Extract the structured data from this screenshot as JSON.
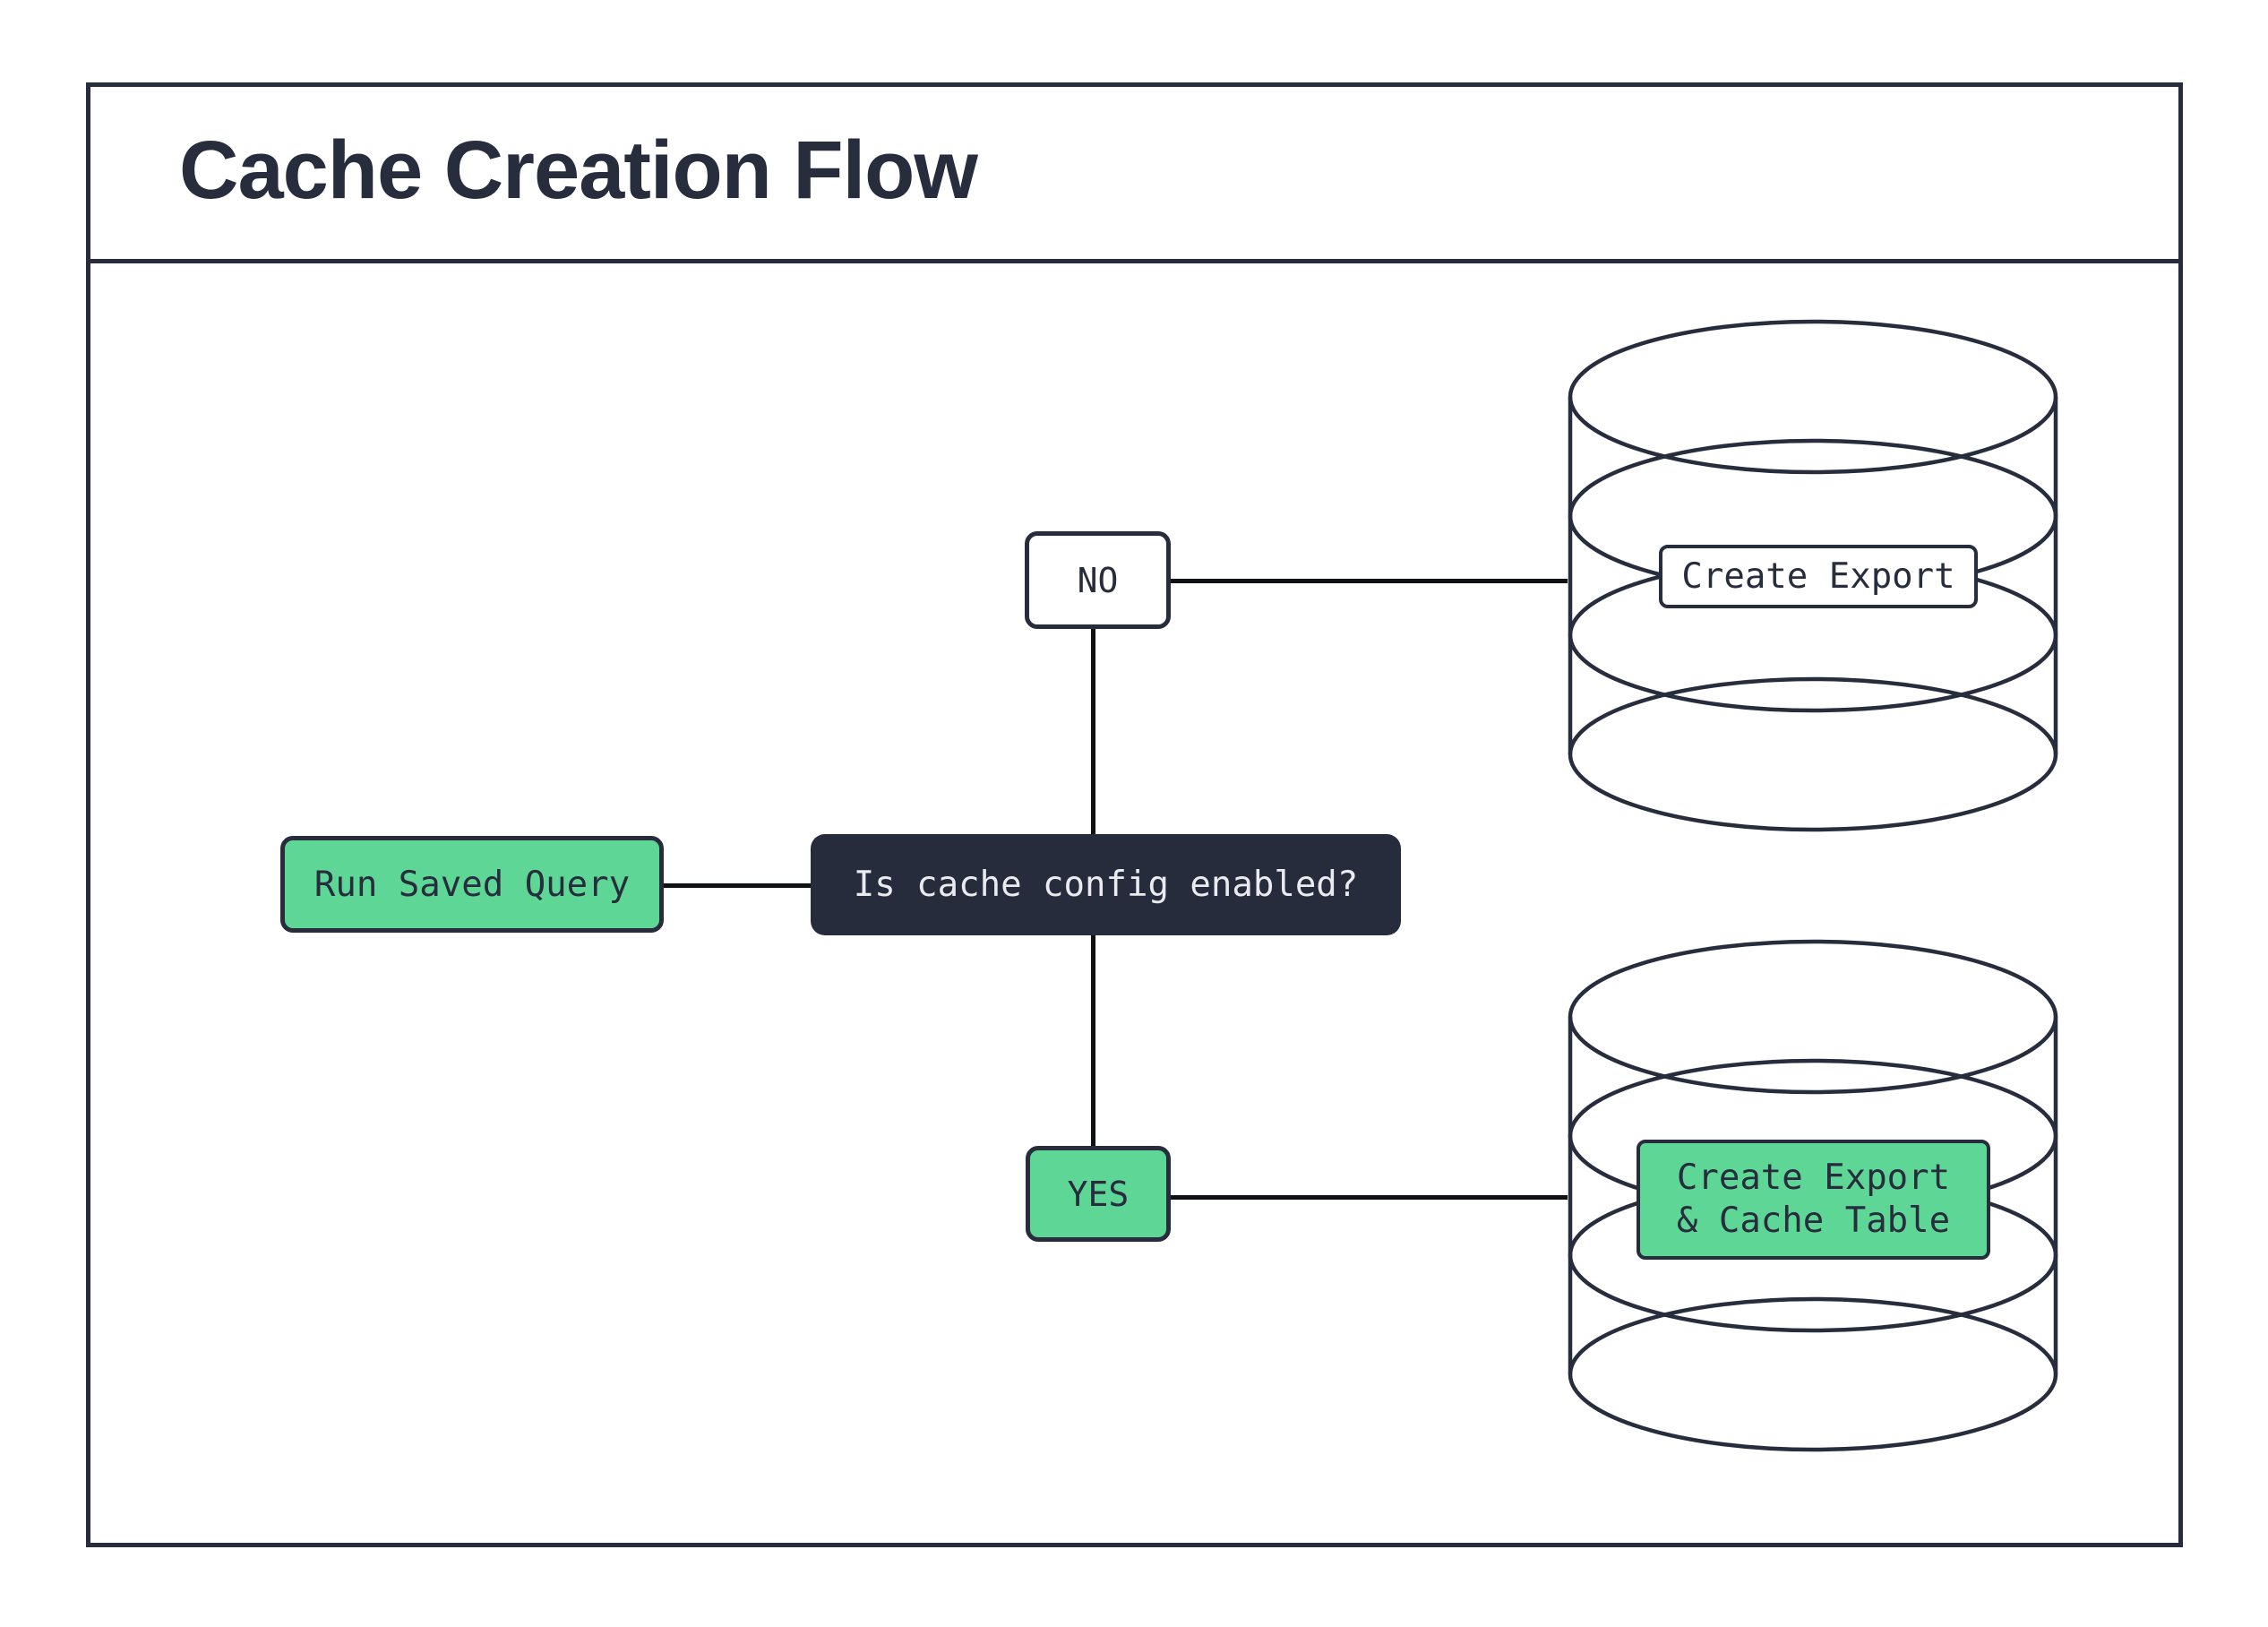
{
  "title": "Cache Creation Flow",
  "palette": {
    "ink": "#272D3D",
    "line": "#101114",
    "green": "#5DD696",
    "dark": "#272C3C",
    "light": "#EAEBEF",
    "bg": "#FFFFFF"
  },
  "flow": {
    "start": {
      "label": "Run Saved Query"
    },
    "decision": {
      "label": "Is cache config enabled?"
    },
    "branch_no": {
      "label": "NO"
    },
    "branch_yes": {
      "label": "YES"
    },
    "outcome_no": {
      "label": "Create Export",
      "icon": "database-icon"
    },
    "outcome_yes": {
      "label_line1": "Create Export",
      "label_line2": "& Cache Table",
      "icon": "database-icon"
    }
  }
}
